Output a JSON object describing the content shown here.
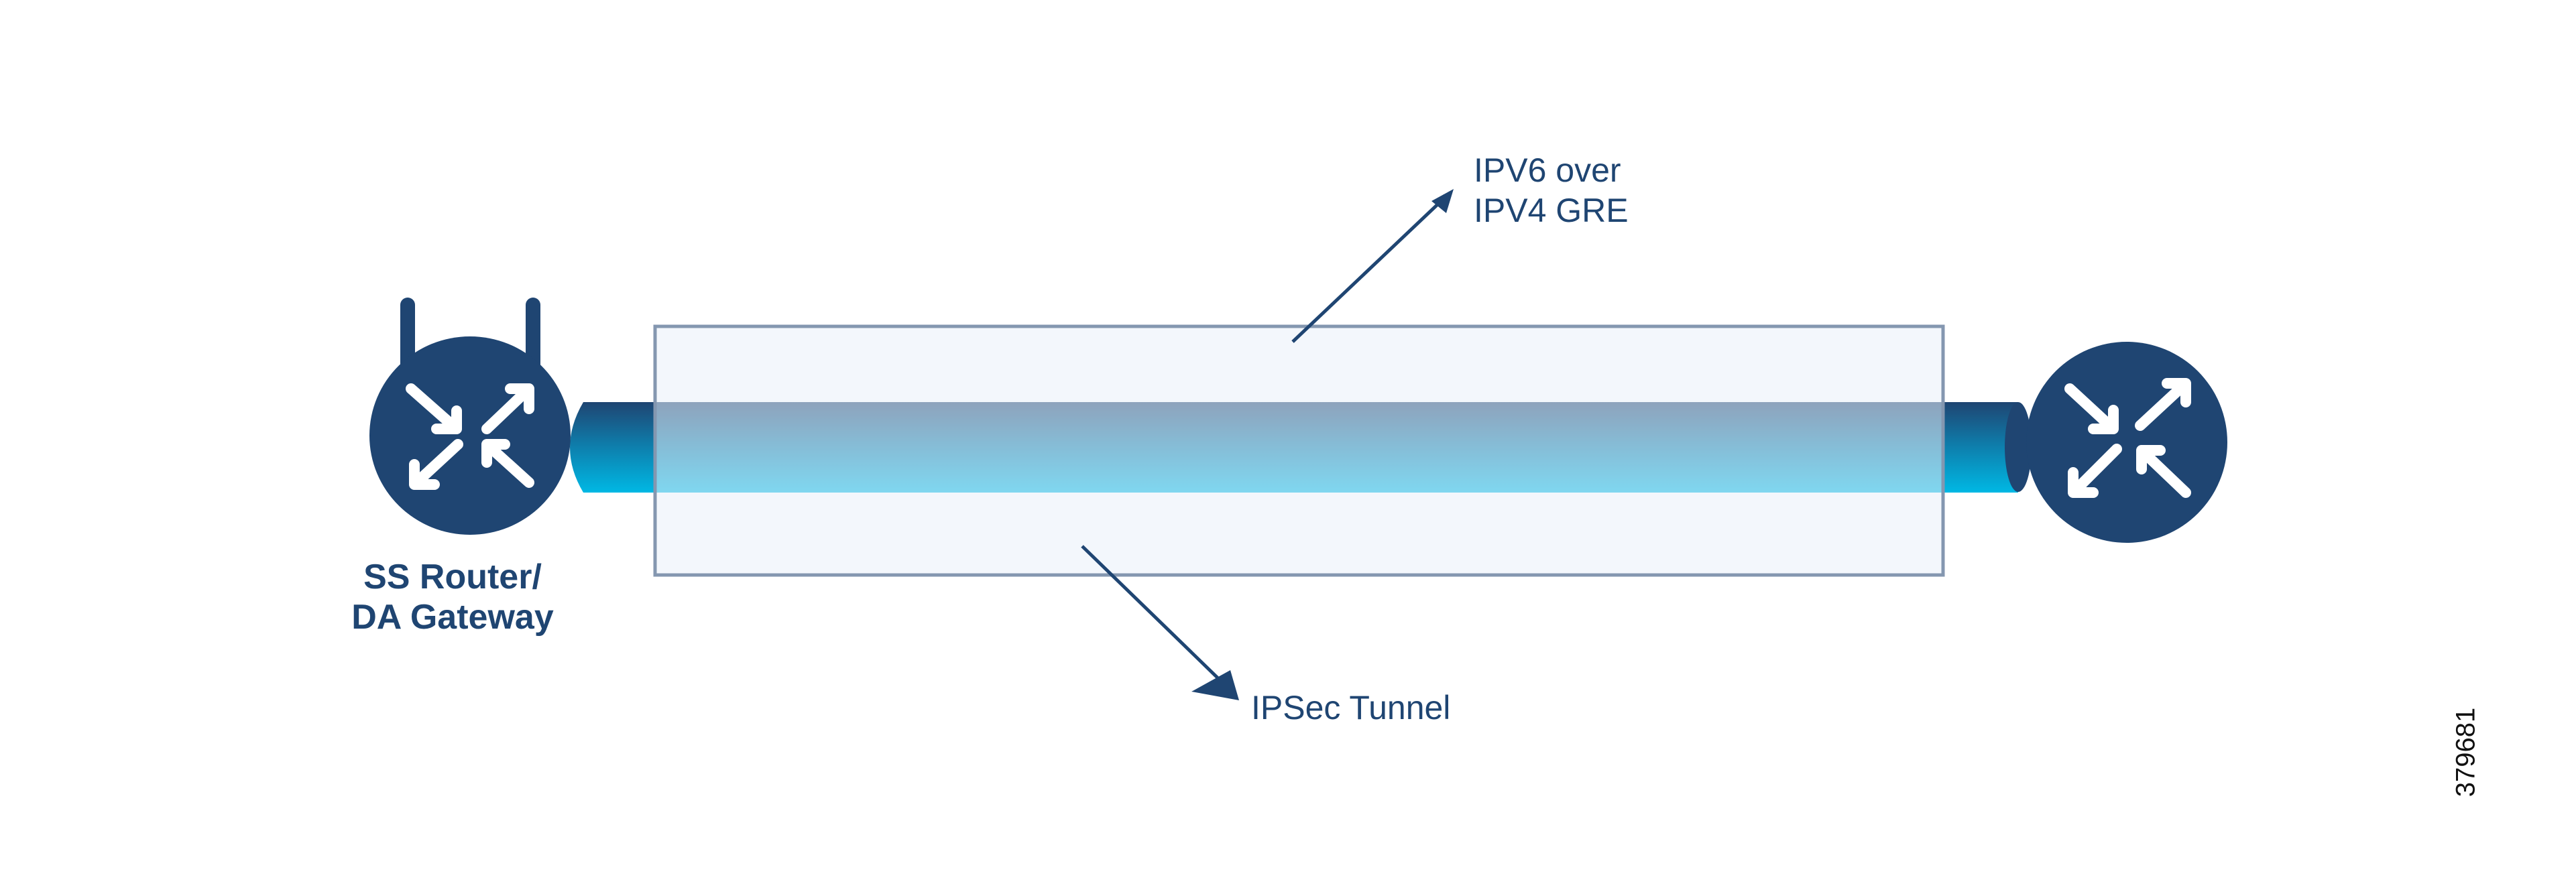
{
  "labels": {
    "gre_line1": "IPV6 over",
    "gre_line2": "IPV4 GRE",
    "ipsec": "IPSec Tunnel",
    "router_line1": "SS Router/",
    "router_line2": "DA Gateway",
    "figure_id": "379681"
  },
  "nodes": [
    {
      "id": "left-router",
      "type": "wireless-router",
      "icon": "router-icon",
      "label": "SS Router/ DA Gateway"
    },
    {
      "id": "right-router",
      "type": "router",
      "icon": "router-icon",
      "label": ""
    }
  ],
  "connections": [
    {
      "from": "left-router",
      "to": "right-router",
      "type": "tunnel",
      "inner": "IPV6 over IPV4 GRE",
      "outer": "IPSec Tunnel"
    }
  ],
  "colors": {
    "router": "#1f4572",
    "tunnel_top": "#1f4e79",
    "tunnel_bottom": "#00b5e2",
    "ipsec_fill": "#eaf1f9",
    "ipsec_border": "#8497b0",
    "text": "#1f4572"
  }
}
